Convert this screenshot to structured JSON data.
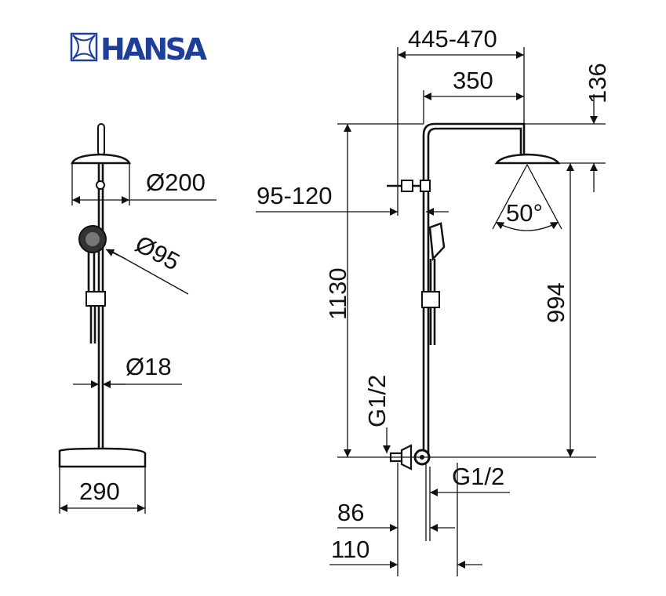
{
  "logo": {
    "text": "HANSA",
    "color": "#1d3f9a"
  },
  "left_view": {
    "head_diameter": "Ø200",
    "hand_shower_diameter": "Ø95",
    "pole_diameter": "Ø18",
    "width": "290"
  },
  "right_view": {
    "reach": "445-470",
    "arm_length": "350",
    "head_drop": "136",
    "wall_distance": "95-120",
    "spray_angle": "50°",
    "total_height": "1130",
    "head_height": "994",
    "inlet_thread": "G1/2",
    "outlet_thread": "G1/2",
    "depth_86": "86",
    "depth_110": "110"
  }
}
